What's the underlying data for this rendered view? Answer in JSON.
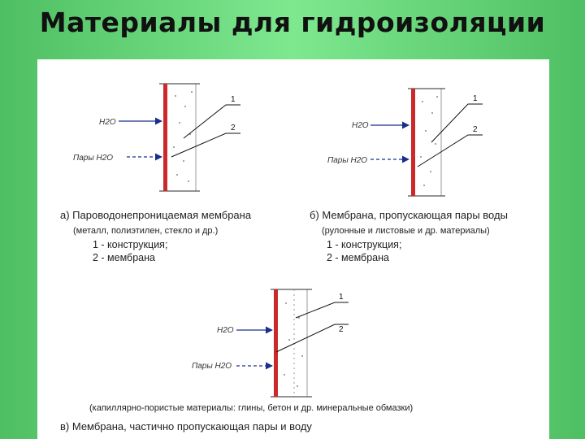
{
  "title": "Материалы для гидроизоляции",
  "labels": {
    "water": "H2O",
    "vapor": "Пары H2O",
    "marker_1": "1",
    "marker_2": "2"
  },
  "diagrams": {
    "a": {
      "title": "а) Пароводонепроницаемая мембрана",
      "subtitle": "(металл, полиэтилен, стекло и др.)",
      "items": [
        "1 - конструкция;",
        "2 - мембрана"
      ]
    },
    "b": {
      "title": "б) Мембрана, пропускающая пары воды",
      "subtitle": "(рулонные и листовые  и др. материалы)",
      "items": [
        "1 - конструкция;",
        "2 - мембрана"
      ]
    },
    "c": {
      "title": "в) Мембрана, частично пропускающая  пары и воду",
      "subtitle": "(капиллярно-пористые материалы: глины, бетон и др. минеральные обмазки)"
    }
  },
  "colors": {
    "background": "#6fe07f",
    "panel": "#ffffff",
    "membrane": "#cc2a2a",
    "arrow": "#1a2e8a"
  }
}
